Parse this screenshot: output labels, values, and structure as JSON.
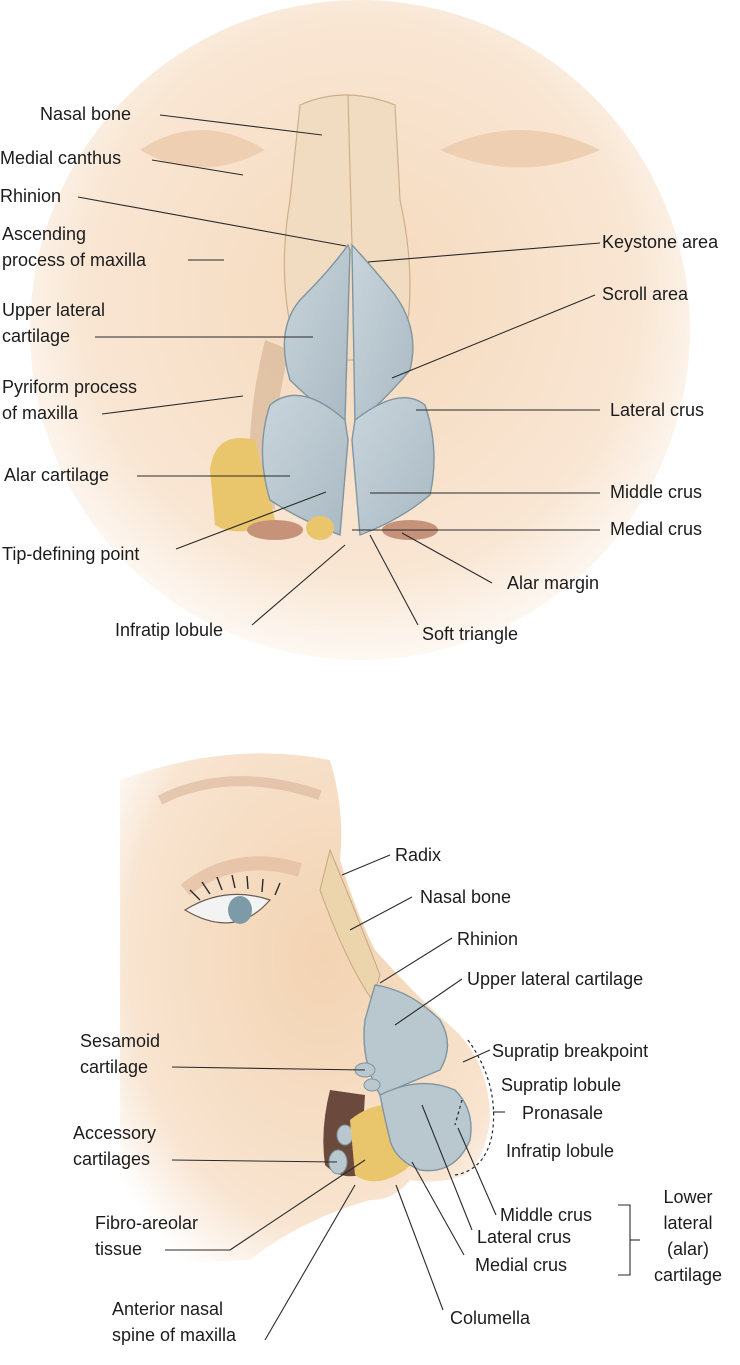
{
  "front_view": {
    "labels": {
      "nasal_bone": "Nasal bone",
      "medial_canthus": "Medial canthus",
      "rhinion": "Rhinion",
      "ascending_process_l1": "Ascending",
      "ascending_process_l2": "process of maxilla",
      "upper_lateral_l1": "Upper lateral",
      "upper_lateral_l2": "cartilage",
      "pyriform_l1": "Pyriform process",
      "pyriform_l2": "of maxilla",
      "alar_cartilage": "Alar cartilage",
      "tip_defining_point": "Tip-defining point",
      "infratip_lobule": "Infratip lobule",
      "soft_triangle": "Soft triangle",
      "alar_margin": "Alar margin",
      "medial_crus": "Medial crus",
      "middle_crus": "Middle crus",
      "lateral_crus": "Lateral crus",
      "scroll_area": "Scroll area",
      "keystone_area": "Keystone area"
    }
  },
  "side_view": {
    "labels": {
      "radix": "Radix",
      "nasal_bone": "Nasal bone",
      "rhinion": "Rhinion",
      "upper_lateral_cartilage": "Upper lateral cartilage",
      "supratip_breakpoint": "Supratip breakpoint",
      "supratip_lobule": "Supratip lobule",
      "pronasale": "Pronasale",
      "infratip_lobule": "Infratip lobule",
      "sesamoid_l1": "Sesamoid",
      "sesamoid_l2": "cartilage",
      "accessory_l1": "Accessory",
      "accessory_l2": "cartilages",
      "fibro_l1": "Fibro-areolar",
      "fibro_l2": "tissue",
      "anterior_spine_l1": "Anterior nasal",
      "anterior_spine_l2": "spine of maxilla",
      "middle_crus": "Middle crus",
      "lateral_crus": "Lateral crus",
      "medial_crus": "Medial crus",
      "columella": "Columella",
      "lower_lateral_l1": "Lower",
      "lower_lateral_l2": "lateral",
      "lower_lateral_l3": "(alar)",
      "lower_lateral_l4": "cartilage"
    }
  },
  "colors": {
    "skin": "#f6dcc0",
    "skin_shadow": "#e8b996",
    "cartilage": "#b9c7cf",
    "cartilage_edge": "#7f95a2",
    "fat": "#e9c66b",
    "bone": "#efd9b8",
    "leader": "#2a2a2a",
    "text": "#1c1c1c"
  }
}
